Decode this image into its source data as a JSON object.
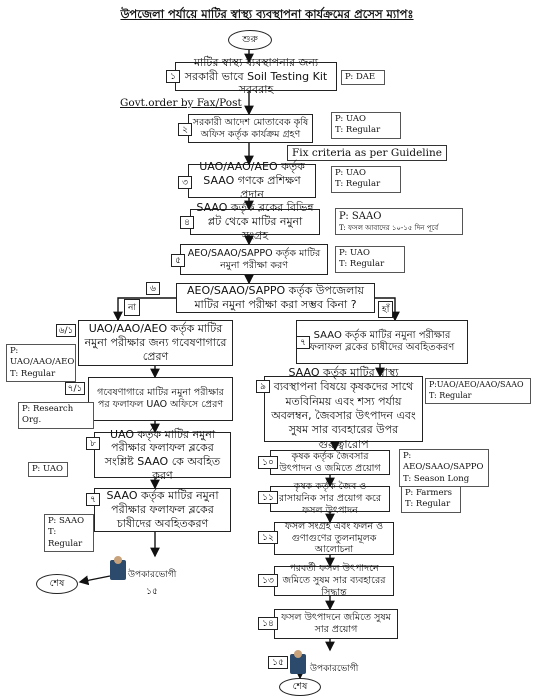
{
  "title": "উপজেলা পর্যায়ে মাটির স্বাস্থ্য ব্যবস্থাপনা কার্যক্রমের প্রসেস ম্যাপঃ",
  "start": "শুরু",
  "end": "শেষ",
  "yes": "হাঁ",
  "no": "না",
  "beneficiary": "উপকারভোগী",
  "order_label": "Govt.order by Fax/Post",
  "criteria_label": "Fix criteria as per Guideline",
  "steps": {
    "s1": {
      "num": "১",
      "text": "মাটির স্বাস্থ্য ব্যবস্থাপনার জন্য সরকারী ভাবে Soil Testing Kit সরবরাহ",
      "side": "P: DAE"
    },
    "s2": {
      "num": "২",
      "text": "সরকারী আদেশ মোতাবেক কৃষি অফিস কর্তৃক কার্যক্রম গ্রহণ",
      "side_p": "P: UAO",
      "side_t": "T: Regular"
    },
    "s3": {
      "num": "৩",
      "text": "UAO/AAO/AEO কর্তৃক SAAO গণকে প্রশিক্ষণ প্রদান",
      "side_p": "P: UAO",
      "side_t": "T: Regular"
    },
    "s4": {
      "num": "৪",
      "text": "SAAO কর্তৃক ব্লকের বিভিন্ন প্লট থেকে মাটির নমুনা সংগ্রহ",
      "side_p": "P: SAAO",
      "side_t": "T: ফসল আবাদের ১০-১৫ দিন পূর্বে"
    },
    "s5": {
      "num": "৫",
      "text": "AEO/SAAO/SAPPO কর্তৃক মাটির নমুনা পরীক্ষা করণ",
      "side_p": "P: UAO",
      "side_t": "T: Regular"
    },
    "s6": {
      "num": "৬",
      "text": "AEO/SAAO/SAPPO কর্তৃক উপজেলায় মাটির নমুনা পরীক্ষা করা সম্ভব কিনা ?"
    },
    "s61": {
      "num": "৬/১",
      "text": "UAO/AAO/AEO কর্তৃক মাটির নমুনা পরীক্ষার জন্য গবেষণাগারে প্রেরণ",
      "side_p": "P: UAO/AAO/AEO",
      "side_t": "T: Regular"
    },
    "s71": {
      "num": "৭/১",
      "text": "গবেষণাগারে মাটির নমুনা পরীক্ষার পর ফলাফল UAO অফিসে প্রেরণ",
      "side": "P: Research Org."
    },
    "s8": {
      "num": "৮",
      "text": "UAO কর্তৃক মাটির নমুনা পরীক্ষার ফলাফল ব্লকের সংশ্লিষ্ট SAAO কে অবহিত করণ",
      "side": "P: UAO"
    },
    "s7l": {
      "num": "৭",
      "text": "SAAO কর্তৃক মাটির নমুনা পরীক্ষার ফলাফল ব্লকের চাষীদের অবহিতকরণ",
      "side_p": "P: SAAO",
      "side_t": "T: Regular"
    },
    "s7r": {
      "num": "৭",
      "text": "SAAO কর্তৃক মাটির নমুনা পরীক্ষার ফলাফল ব্লকের চাষীদের অবহিতকরণ"
    },
    "s9": {
      "num": "৯",
      "text": "SAAO কর্তৃক মাটির স্বাস্থ্য ব্যবস্থাপনা বিষয়ে কৃষকদের সাথে মতবিনিময় এবং শস্য পর্যায় অবলম্বন, জৈবসার উৎপাদন এবং সুষম সার ব্যবহারের উপর গুরুত্বারোপ",
      "side_p": "P:UAO/AEO/AAO/SAAO",
      "side_t": "T: Regular"
    },
    "s10": {
      "num": "১০",
      "text": "কৃষক কর্তৃক জৈবসার উৎপাদন ও জমিতে প্রয়োগ",
      "side_p": "P: AEO/SAAO/SAPPO",
      "side_t": "T: Season Long"
    },
    "s11": {
      "num": "১১",
      "text": "কৃষক কর্তৃক জৈব ও রাসায়নিক সার প্রয়োগ করে ফসল উৎপাদন",
      "side_p": "P: Farmers",
      "side_t": "T: Regular"
    },
    "s12": {
      "num": "১২",
      "text": "ফসল সংগ্রহ এবং ফলন ও গুণাগুণের তুলনামূলক আলোচনা"
    },
    "s13": {
      "num": "১৩",
      "text": "পরবর্তী ফসল উৎপাদনে জমিতে সুষম সার ব্যবহারের সিদ্ধান্ত"
    },
    "s14": {
      "num": "১৪",
      "text": "ফসল উৎপাদনে জমিতে সুষম সার প্রয়োগ"
    },
    "s15l": {
      "num": "১৫"
    },
    "s15r": {
      "num": "১৫"
    }
  }
}
